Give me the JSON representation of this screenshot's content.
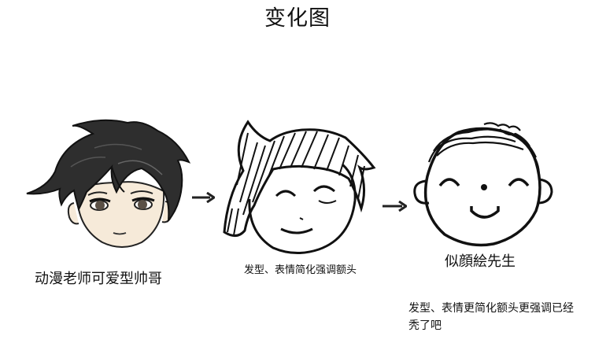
{
  "title": "变化图",
  "stages": [
    {
      "caption": "动漫老师可爱型帅哥",
      "note": ""
    },
    {
      "caption": "",
      "note": "发型、表情简化强调额头"
    },
    {
      "caption": "似顔絵先生",
      "note": "发型、表情更简化额头更强调已经秃了吧"
    }
  ]
}
